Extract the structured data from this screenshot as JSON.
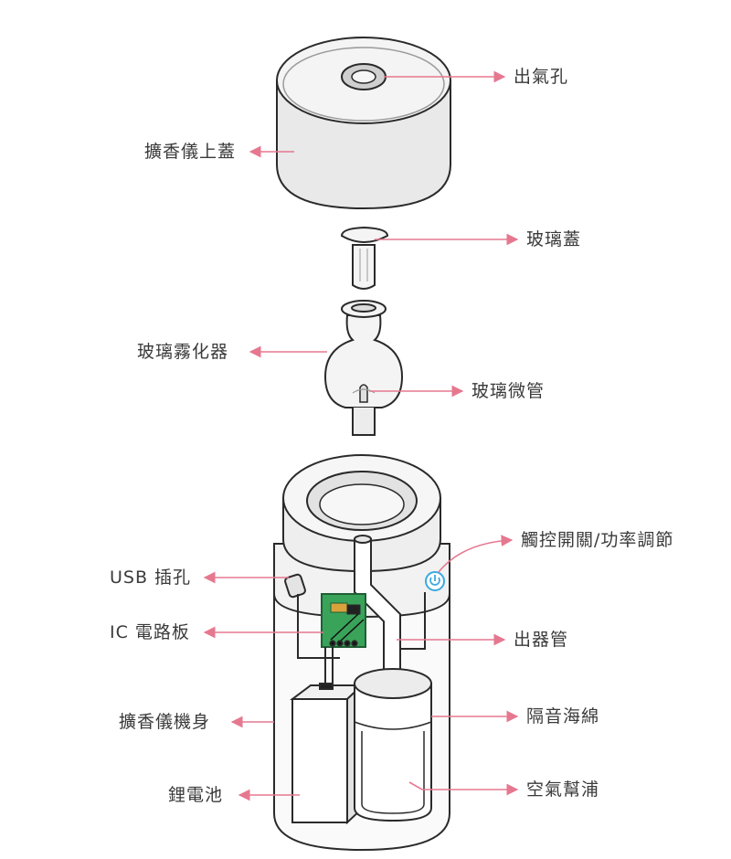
{
  "labels": {
    "outlet_hole": "出氣孔",
    "top_cover": "擴香儀上蓋",
    "glass_lid": "玻璃蓋",
    "glass_atomizer": "玻璃霧化器",
    "glass_microtube": "玻璃微管",
    "touch_switch": "觸控開關/功率調節",
    "usb_port": "USB 插孔",
    "ic_board": "IC 電路板",
    "outlet_tube": "出器管",
    "body": "擴香儀機身",
    "foam": "隔音海綿",
    "battery": "鋰電池",
    "air_pump": "空氣幫浦"
  },
  "colors": {
    "line": "#e5788f",
    "outline": "#2a2a2a",
    "fill_light": "#f2f2f2",
    "fill_mid": "#e4e4e4",
    "pcb": "#3aa35a",
    "switch": "#3da8e0"
  }
}
